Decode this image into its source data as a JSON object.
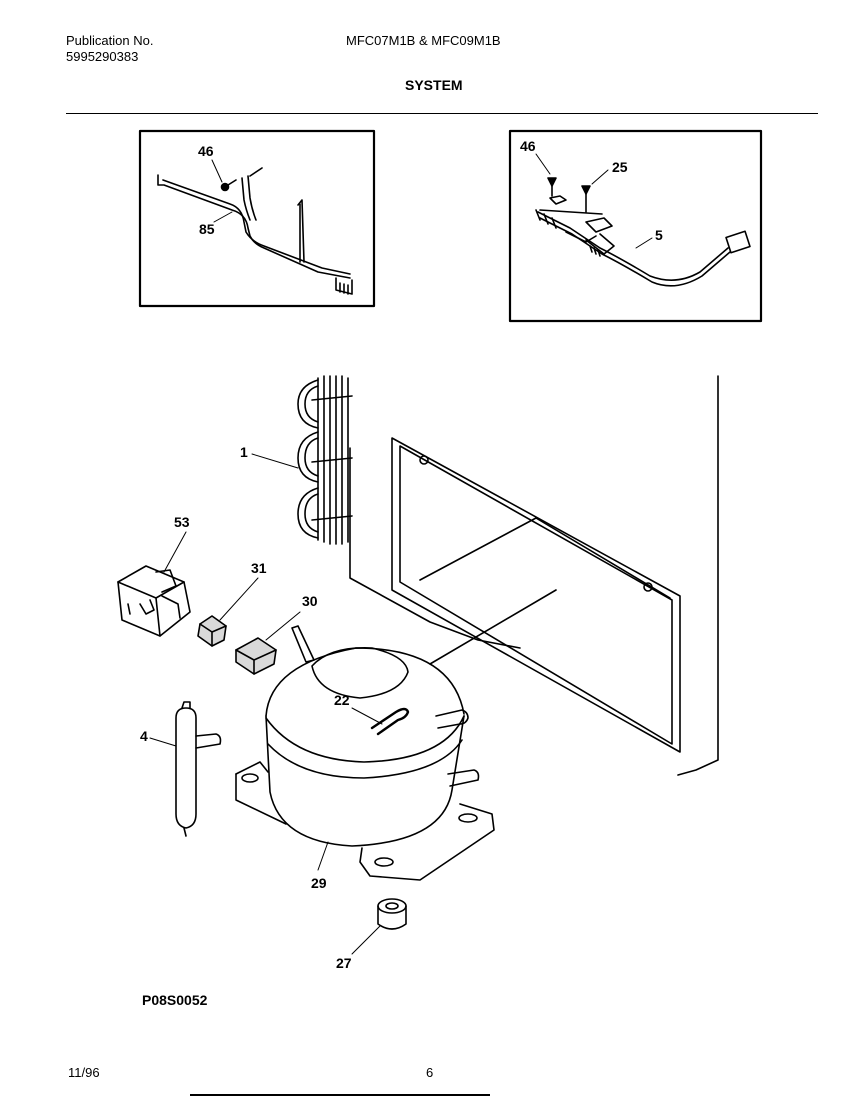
{
  "header": {
    "publication_label": "Publication No.",
    "publication_number": "5995290383",
    "model": "MFC07M1B & MFC09M1B",
    "section_title": "SYSTEM"
  },
  "callouts": {
    "inset_left": {
      "screw": "46",
      "harness": "85"
    },
    "inset_right": {
      "screw_a": "46",
      "screw_b": "25",
      "cord": "5"
    },
    "main": {
      "condenser": "1",
      "overload_cover": "53",
      "relay": "31",
      "overload": "30",
      "drier": "4",
      "clip": "22",
      "compressor": "29",
      "grommet": "27"
    }
  },
  "footer": {
    "figure_code": "P08S0052",
    "date": "11/96",
    "page_number": "6"
  }
}
